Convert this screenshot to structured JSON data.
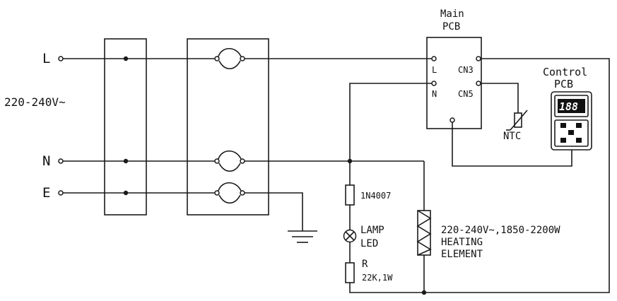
{
  "supply": {
    "line": "L",
    "neutral": "N",
    "earth": "E",
    "voltage": "220-240V~"
  },
  "main_pcb": {
    "title_line1": "Main",
    "title_line2": "PCB",
    "pin_l": "L",
    "pin_n": "N",
    "cn3": "CN3",
    "cn5": "CN5"
  },
  "control_pcb": {
    "title_line1": "Control",
    "title_line2": "PCB",
    "display": "188"
  },
  "ntc": {
    "label": "NTC"
  },
  "diode": {
    "label": "1N4007"
  },
  "lamp": {
    "label_line1": "LAMP",
    "label_line2": "LED"
  },
  "resistor": {
    "label_line1": "R",
    "label_line2": "22K,1W"
  },
  "heater": {
    "label_line1": "220-240V~,1850-2200W",
    "label_line2": "HEATING",
    "label_line3": "ELEMENT"
  },
  "colors": {
    "ink": "#1a1a1a",
    "paper": "#ffffff"
  }
}
